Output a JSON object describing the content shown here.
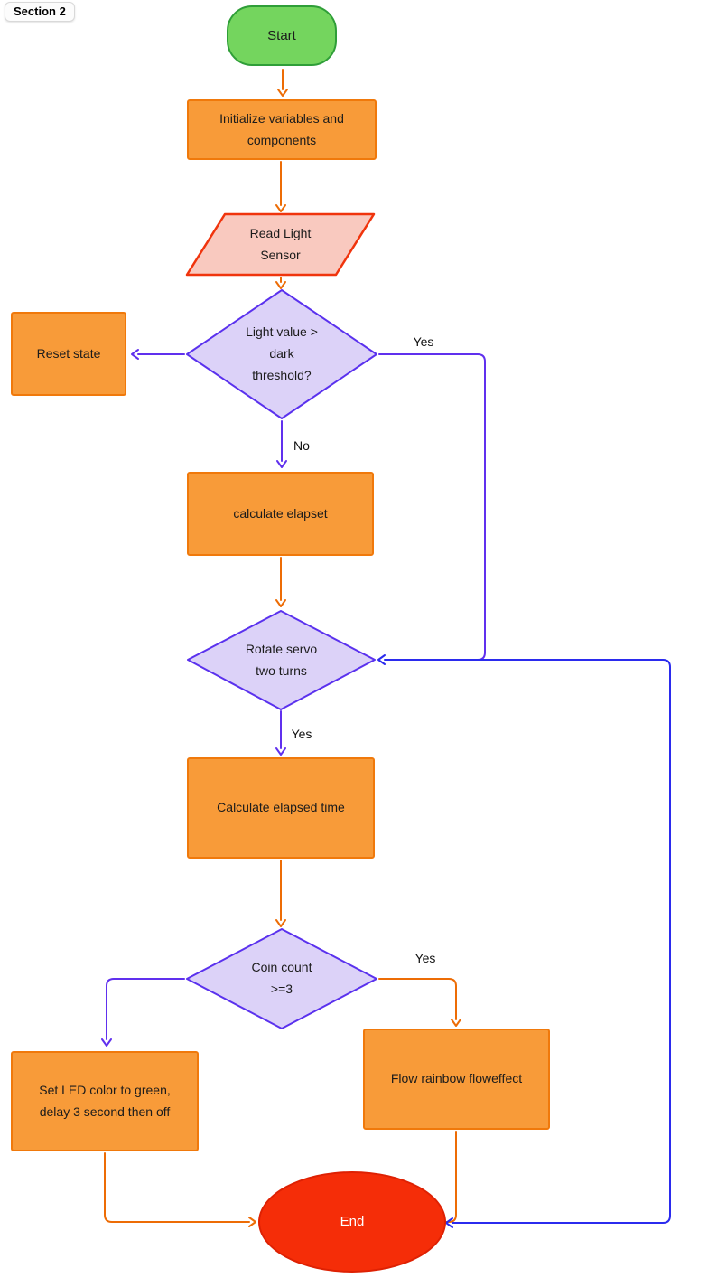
{
  "section": {
    "label": "Section 2"
  },
  "colors": {
    "orange_fill": "#F89B39",
    "orange_border": "#F0790B",
    "orange_line": "#ED6C05",
    "purple_line": "#6030EE",
    "purple_border": "#5A31EE",
    "blue_line": "#2B2BEE",
    "lavender_fill": "#DCD2F8",
    "green_fill": "#74D55E",
    "green_border": "#2F9E38",
    "pink_fill": "#F9C9BF",
    "red_border": "#F0340D",
    "end_fill": "#F52D08",
    "end_border": "#DE2103"
  },
  "nodes": {
    "start": {
      "label": "Start"
    },
    "initialize": {
      "label": "Initialize variables and\ncomponents"
    },
    "read_light_sensor": {
      "label": "Read Light\nSensor"
    },
    "light_threshold": {
      "label": "Light value >\ndark\nthreshold?"
    },
    "reset_state": {
      "label": "Reset state"
    },
    "calculate_elapset": {
      "label": "calculate elapset"
    },
    "rotate_servo": {
      "label": "Rotate servo\ntwo turns"
    },
    "calculate_elapsed_time": {
      "label": "Calculate elapsed time"
    },
    "coin_count": {
      "label": "Coin count\n>=3"
    },
    "set_led": {
      "label": "Set LED color to green,\ndelay 3 second then off"
    },
    "flow_rainbow": {
      "label": "Flow rainbow floweffect"
    },
    "end": {
      "label": "End"
    }
  },
  "edge_labels": {
    "light_yes": "Yes",
    "light_no": "No",
    "rotate_yes": "Yes",
    "coin_yes": "Yes"
  }
}
